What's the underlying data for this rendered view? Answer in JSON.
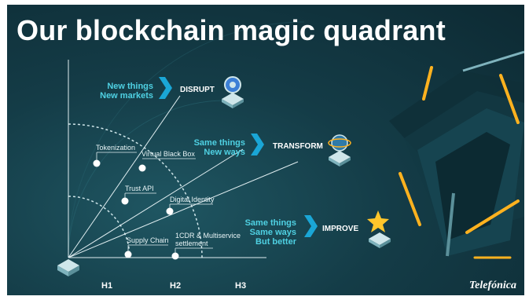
{
  "title": "Our blockchain magic quadrant",
  "tiers": [
    {
      "tag_line1": "New things",
      "tag_line2": "New markets",
      "category": "DISRUPT",
      "icon": "circuit-coin-icon"
    },
    {
      "tag_line1": "Same things",
      "tag_line2": "New ways",
      "category": "TRANSFORM",
      "icon": "globe-satellite-icon"
    },
    {
      "tag_line1": "Same things",
      "tag_line2": "Same ways",
      "tag_line3": "But better",
      "category": "IMPROVE",
      "icon": "star-badge-icon"
    }
  ],
  "items": [
    {
      "label": "Tokenization"
    },
    {
      "label": "Virtual Black Box"
    },
    {
      "label": "Trust API"
    },
    {
      "label": "Digital Identity"
    },
    {
      "label": "Supply Chain"
    },
    {
      "label_line1": "1CDR & Multiservice",
      "label_line2": "settlement"
    }
  ],
  "horizons": [
    "H1",
    "H2",
    "H3"
  ],
  "logo": "Telefónica",
  "colors": {
    "background": "#143c47",
    "accent": "#4fd1e3",
    "arrow": "#1aa6d6",
    "glow": "#ffb21f"
  }
}
